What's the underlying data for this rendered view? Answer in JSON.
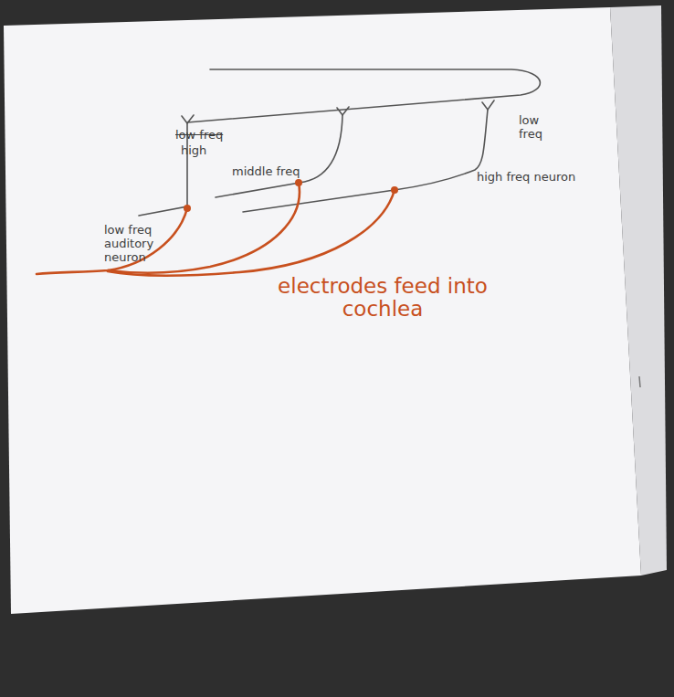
{
  "diagram": {
    "labels": [
      "low freq",
      "high",
      "middle freq",
      "low freq",
      "high freq neuron",
      "low freq auditory neuron",
      "electrodes feed into cochlea"
    ]
  }
}
